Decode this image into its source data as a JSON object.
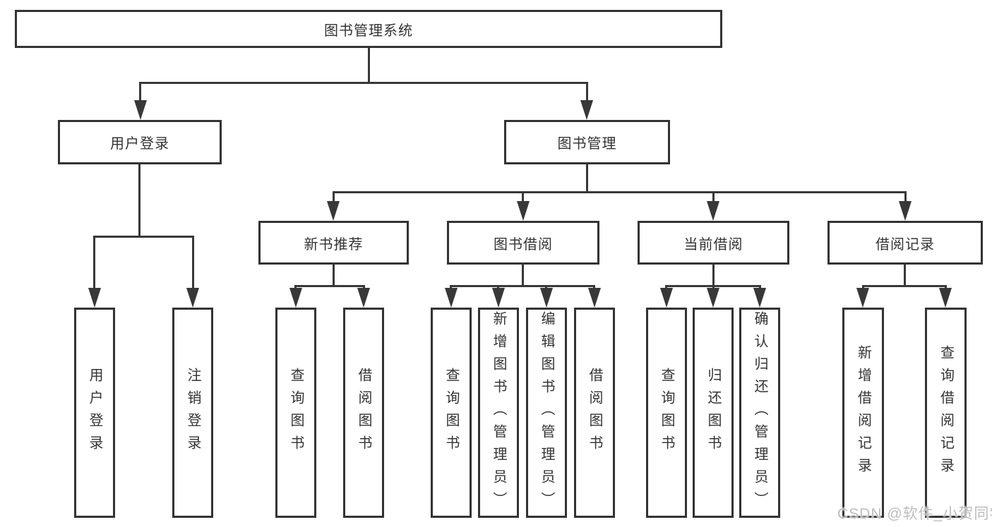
{
  "diagram": {
    "title": "图书管理系统",
    "colors": {
      "line": "#383838",
      "box_border": "#333333",
      "text": "#333333",
      "background": "#ffffff",
      "watermark_text": "#bdbdbd"
    },
    "nodes": {
      "root": {
        "label": "图书管理系统"
      },
      "login": {
        "label": "用户登录"
      },
      "mgmt": {
        "label": "图书管理"
      },
      "rec": {
        "label": "新书推荐"
      },
      "borrow": {
        "label": "图书借阅"
      },
      "current": {
        "label": "当前借阅"
      },
      "records": {
        "label": "借阅记录"
      },
      "login_user": {
        "label": "用户登录"
      },
      "login_logout": {
        "label": "注销登录"
      },
      "rec_query": {
        "label": "查询图书"
      },
      "rec_borrow": {
        "label": "借阅图书"
      },
      "borrow_query": {
        "label": "查询图书"
      },
      "borrow_add": {
        "label": "新增图书（管理员）"
      },
      "borrow_edit": {
        "label": "编辑图书（管理员）"
      },
      "borrow_lend": {
        "label": "借阅图书"
      },
      "current_query": {
        "label": "查询图书"
      },
      "current_return": {
        "label": "归还图书"
      },
      "current_confirm": {
        "label": "确认归还（管理员）"
      },
      "records_add": {
        "label": "新增借阅记录"
      },
      "records_query": {
        "label": "查询借阅记录"
      }
    },
    "watermark": "CSDN @软件_小贺同学"
  }
}
